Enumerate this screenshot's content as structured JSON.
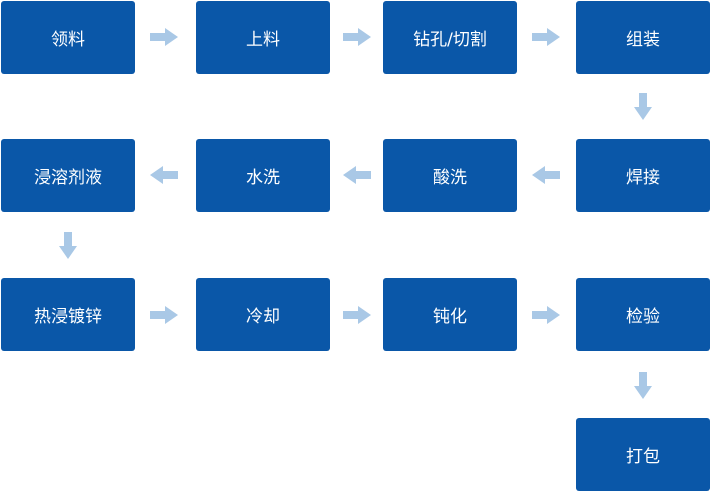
{
  "colors": {
    "box": "#0a57a8",
    "box_text": "#ffffff",
    "arrow": "#a9c8e6"
  },
  "steps": [
    {
      "label": "领料"
    },
    {
      "label": "上料"
    },
    {
      "label": "钻孔/切割"
    },
    {
      "label": "组装"
    },
    {
      "label": "焊接"
    },
    {
      "label": "酸洗"
    },
    {
      "label": "水洗"
    },
    {
      "label": "浸溶剂液"
    },
    {
      "label": "热浸镀锌"
    },
    {
      "label": "冷却"
    },
    {
      "label": "钝化"
    },
    {
      "label": "检验"
    },
    {
      "label": "打包"
    }
  ],
  "arrows": [
    {
      "icon": "arrow-right-icon"
    },
    {
      "icon": "arrow-right-icon"
    },
    {
      "icon": "arrow-right-icon"
    },
    {
      "icon": "arrow-down-icon"
    },
    {
      "icon": "arrow-left-icon"
    },
    {
      "icon": "arrow-left-icon"
    },
    {
      "icon": "arrow-left-icon"
    },
    {
      "icon": "arrow-down-icon"
    },
    {
      "icon": "arrow-right-icon"
    },
    {
      "icon": "arrow-right-icon"
    },
    {
      "icon": "arrow-right-icon"
    },
    {
      "icon": "arrow-down-icon"
    }
  ]
}
